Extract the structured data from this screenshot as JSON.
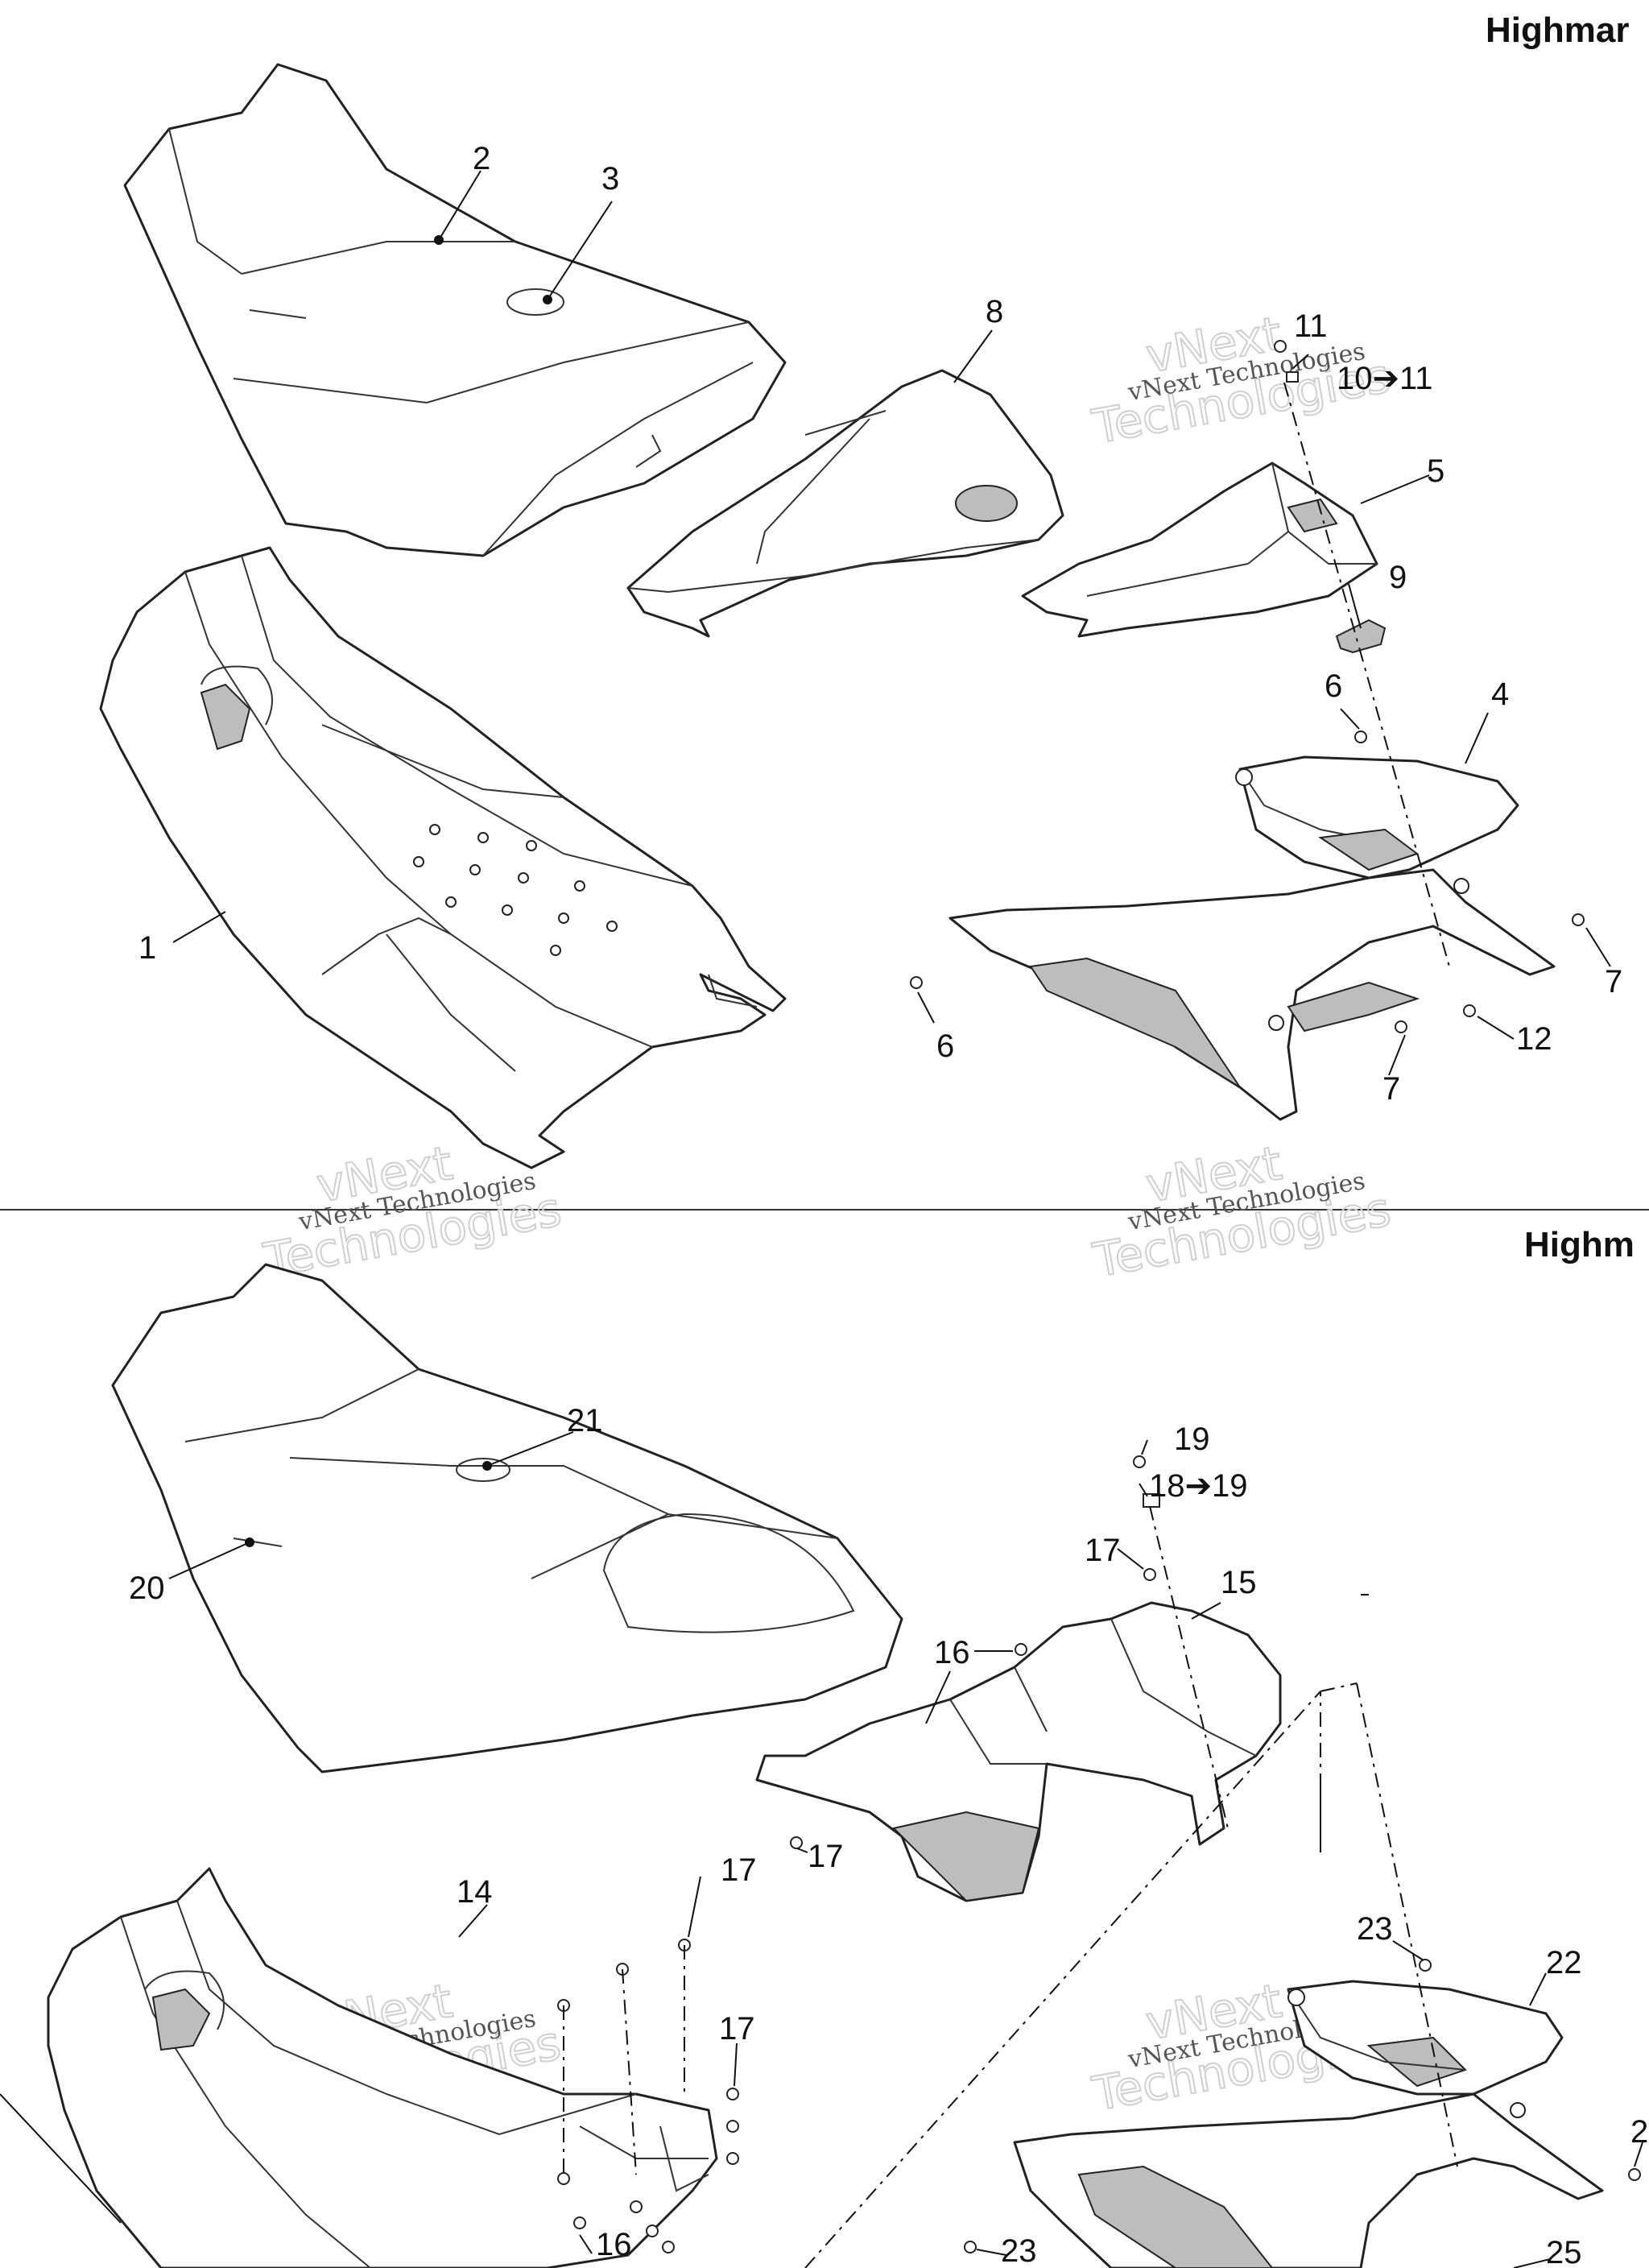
{
  "headers": {
    "top": "Highmar",
    "bottom": "Highm"
  },
  "watermark": {
    "line1": "vNext Technologies",
    "line2a": "vNext",
    "line2b": "Technologies"
  },
  "callouts": {
    "c1": "1",
    "c2": "2",
    "c3": "3",
    "c4": "4",
    "c5": "5",
    "c6a": "6",
    "c6b": "6",
    "c7a": "7",
    "c7b": "7",
    "c8": "8",
    "c9": "9",
    "c10": "10➔11",
    "c11": "11",
    "c12": "12",
    "c14": "14",
    "c15": "15",
    "c16a": "16",
    "c16b": "16",
    "c17a": "17",
    "c17b": "17",
    "c17c": "17",
    "c17d": "17",
    "c18": "18➔19",
    "c19": "19",
    "c20": "20",
    "c21": "21",
    "c22": "22",
    "c23a": "23",
    "c23b": "23",
    "c25": "25",
    "c2x": "2"
  }
}
